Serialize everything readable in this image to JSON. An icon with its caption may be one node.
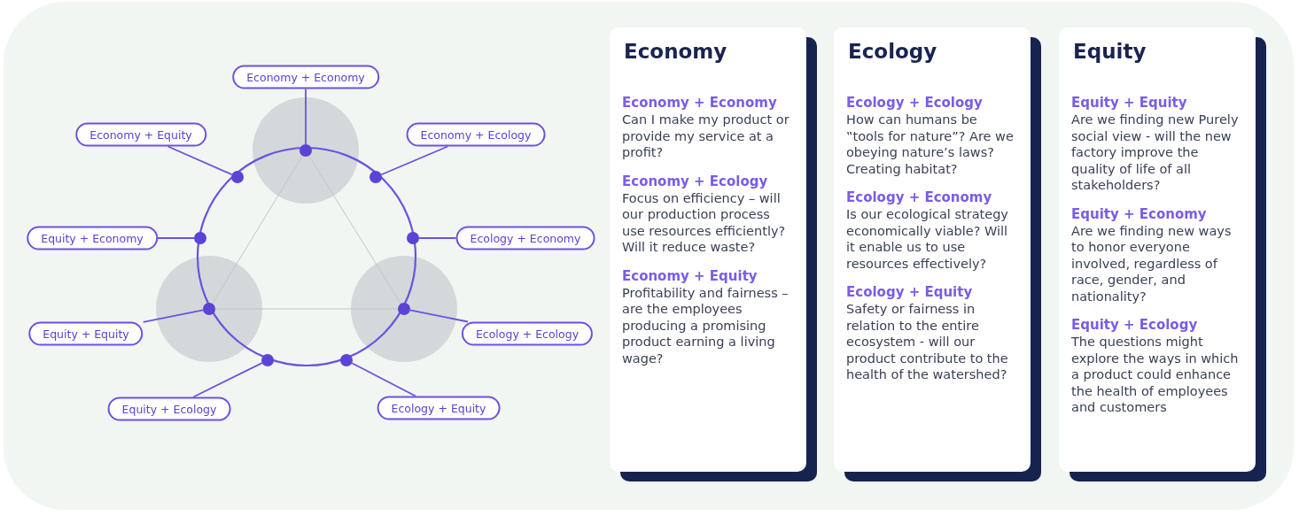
{
  "diagram": {
    "nodes": [
      {
        "text": [
          "Economy + Economy"
        ]
      },
      {
        "text": [
          "Economy + Equity"
        ]
      },
      {
        "text": [
          "Economy + Ecology"
        ]
      },
      {
        "text": [
          "Equity + Economy"
        ]
      },
      {
        "text": [
          "Ecology + Economy"
        ]
      },
      {
        "text": [
          "Equity + Equity"
        ]
      },
      {
        "text": [
          "Ecology + Ecology"
        ]
      },
      {
        "text": [
          "Equity + Ecology"
        ]
      },
      {
        "text": [
          "Ecology + Equity"
        ]
      },
      {
        "text": [],
        "shape": "circle"
      },
      {
        "text": [],
        "shape": "circle"
      },
      {
        "text": [],
        "shape": "circle"
      },
      {
        "text": [],
        "shape": "circle"
      },
      {
        "text": [],
        "shape": "circle"
      },
      {
        "text": [],
        "shape": "circle"
      },
      {
        "text": [],
        "shape": "circle"
      },
      {
        "text": [],
        "shape": "circle"
      },
      {
        "text": [],
        "shape": "circle"
      },
      {
        "text": [
          "Economy",
          "Economy + Economy",
          "Can I make my product or provide my service at a profit?",
          "Economy + Ecology",
          "Focus on efficiency – will our production process use resources efficiently? Will it reduce waste?",
          "Economy + Equity",
          "Profitability and fairness – are the employees producing a promising product earning a living wage?"
        ]
      },
      {
        "text": [
          "Ecology",
          "Ecology + Ecology",
          "How can humans be ‟tools for nature”? Are we obeying nature’s laws? Creating habitat?",
          "Ecology + Economy",
          "Is our ecological strategy economically viable? Will it enable us to use resources effectively?",
          "Ecology + Equity",
          "Safety or fairness in relation to the entire ecosystem - will our product contribute to the health of the watershed?"
        ]
      },
      {
        "text": [
          "Equity",
          "Equity + Equity",
          "Are we finding new Purely social view - will the new factory improve the quality of life of all stakeholders?",
          "Equity + Economy",
          "Are we finding new ways to honor everyone involved, regardless of race, gender, and nationality?",
          "Equity + Ecology",
          "The questions might explore the ways in which a product could enhance the health of employees and customers"
        ]
      }
    ],
    "edges": [
      {
        "from": 0,
        "to": 9,
        "arrow": "none"
      },
      {
        "from": 1,
        "to": 10,
        "arrow": "none"
      },
      {
        "from": 2,
        "to": 11,
        "arrow": "none"
      },
      {
        "from": 3,
        "to": 12,
        "arrow": "none"
      },
      {
        "from": 4,
        "to": 13,
        "arrow": "none"
      },
      {
        "from": 5,
        "to": 14,
        "arrow": "none"
      },
      {
        "from": 6,
        "to": 15,
        "arrow": "none"
      },
      {
        "from": 7,
        "to": 16,
        "arrow": "none"
      },
      {
        "from": 8,
        "to": 17,
        "arrow": "none"
      }
    ]
  }
}
